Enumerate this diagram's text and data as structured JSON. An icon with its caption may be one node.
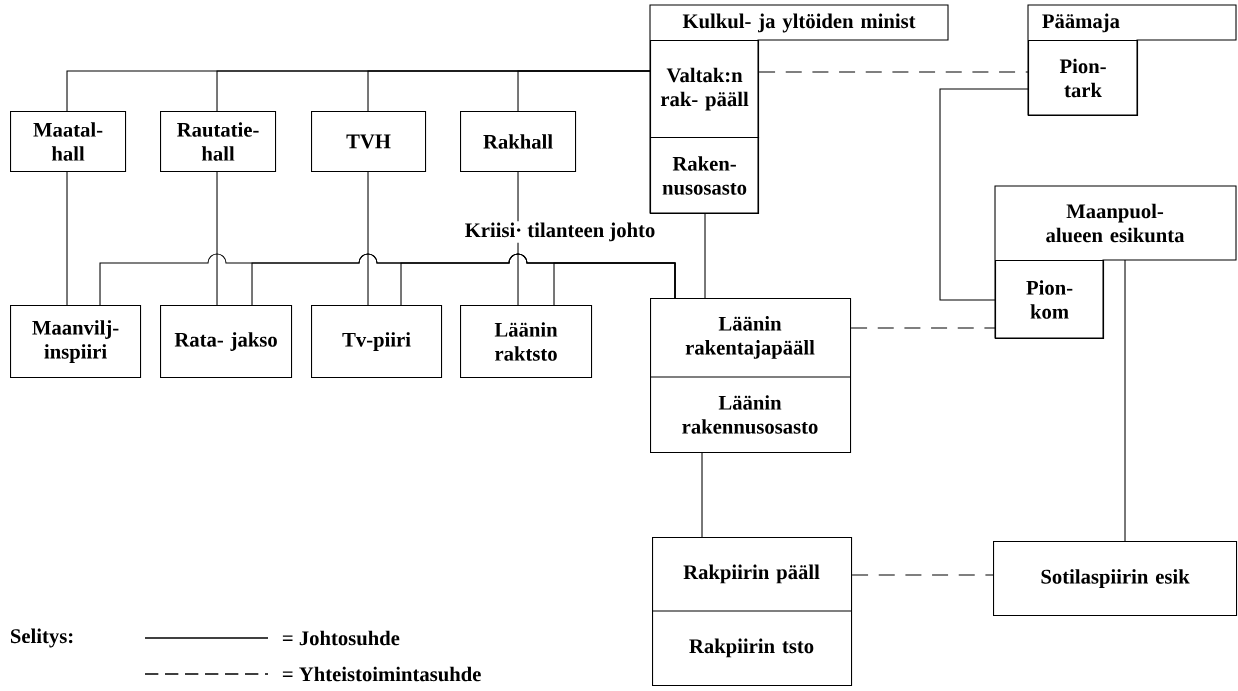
{
  "diagram": {
    "nodes": [
      {
        "text": [
          "Kulkul- ja yltöiden minist"
        ]
      },
      {
        "text": [
          "Valtak:n rak- pääll"
        ],
        "in": 0
      },
      {
        "text": [
          "Raken- nusosasto"
        ],
        "in": 0
      },
      {
        "text": [
          "Päämaja"
        ]
      },
      {
        "text": [
          "Pion- tark"
        ],
        "in": 3
      },
      {
        "text": [
          "Maatal- hall"
        ]
      },
      {
        "text": [
          "Rautatie- hall"
        ]
      },
      {
        "text": [
          "TVH"
        ]
      },
      {
        "text": [
          "Rakhall"
        ]
      },
      {
        "text": [
          "Maanpuol-alueen esikunta"
        ]
      },
      {
        "text": [
          "Pion- kom"
        ],
        "in": 9
      },
      {
        "text": [
          "Maanvilj- inspiiri"
        ]
      },
      {
        "text": [
          "Rata- jakso"
        ]
      },
      {
        "text": [
          "Tv-piiri"
        ]
      },
      {
        "text": [
          "Läänin raktsto"
        ]
      },
      {
        "text": [
          "Läänin rakentajapääll",
          "Läänin rakennusosasto"
        ]
      },
      {
        "text": [
          "Rakpiirin pääll",
          "Rakpiirin tsto"
        ]
      },
      {
        "text": [
          "Sotilaspiirin esik"
        ]
      }
    ],
    "edges": [
      {
        "from": 1,
        "to": 5,
        "arrow": "none"
      },
      {
        "from": 1,
        "to": 6,
        "arrow": "none"
      },
      {
        "from": 1,
        "to": 7,
        "arrow": "none"
      },
      {
        "from": 1,
        "to": 8,
        "arrow": "none"
      },
      {
        "from": 5,
        "to": 11,
        "arrow": "none"
      },
      {
        "from": 6,
        "to": 12,
        "arrow": "none"
      },
      {
        "from": 7,
        "to": 13,
        "arrow": "none"
      },
      {
        "from": 8,
        "to": 14,
        "arrow": "none"
      },
      {
        "from": 15,
        "to": 11,
        "arrow": "none"
      },
      {
        "from": 15,
        "to": 12,
        "arrow": "none"
      },
      {
        "from": 15,
        "to": 13,
        "arrow": "none"
      },
      {
        "from": 15,
        "to": 14,
        "arrow": "none"
      },
      {
        "from": 2,
        "to": 15,
        "arrow": "none"
      },
      {
        "from": 1,
        "to": 4,
        "arrow": "none",
        "style": "dashed"
      },
      {
        "from": 4,
        "to": 10,
        "arrow": "none"
      },
      {
        "from": 15,
        "to": 10,
        "arrow": "none",
        "style": "dashed"
      },
      {
        "from": 9,
        "to": 17,
        "arrow": "none"
      },
      {
        "from": 15,
        "to": 16,
        "arrow": "none"
      },
      {
        "from": 16,
        "to": 17,
        "arrow": "none",
        "style": "dashed"
      }
    ],
    "labels": [
      "Kriisi· tilanteen johto",
      "Selitys:"
    ],
    "legend": [
      {
        "text": "= Johtosuhde"
      },
      {
        "text": "= Yhteistoimintasuhde"
      }
    ]
  }
}
